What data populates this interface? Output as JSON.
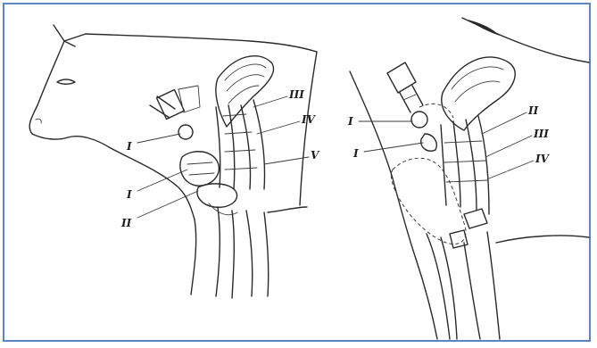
{
  "left_figure": {
    "labels": [
      "I",
      "I",
      "II",
      "III",
      "IV",
      "V"
    ]
  },
  "right_figure": {
    "labels": [
      "I",
      "I",
      "II",
      "III",
      "IV"
    ]
  },
  "colors": {
    "frame_border": "#5b86bf",
    "ink": "#2a2a2a"
  }
}
